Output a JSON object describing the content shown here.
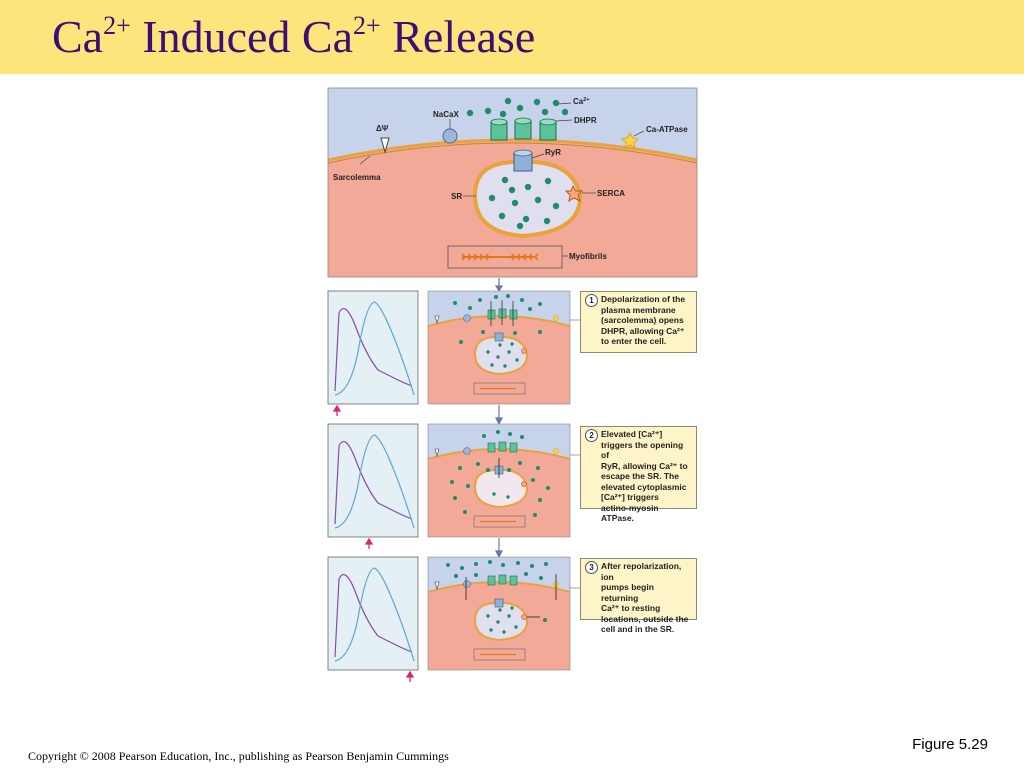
{
  "slide": {
    "title_parts": [
      "Ca",
      "2+",
      " Induced Ca",
      "2+",
      " Release"
    ],
    "figure_label": "Figure 5.29",
    "copyright": "Copyright © 2008 Pearson Education, Inc., publishing as Pearson Benjamin Cummings"
  },
  "diagram": {
    "labels": {
      "ca": "Ca",
      "ca_sup": "2+",
      "nacax": "NaCaX",
      "dhpr": "DHPR",
      "ca_atpase": "Ca-ATPase",
      "delta_psi": "ΔΨ",
      "ryr": "RyR",
      "sarcolemma": "Sarcolemma",
      "sr": "SR",
      "serca": "SERCA",
      "myofibrils": "Myofibrils"
    },
    "steps": [
      {
        "number": "1",
        "text": "Depolarization of the\nplasma membrane\n(sarcolemma) opens\nDHPR, allowing Ca²⁺\nto enter the cell."
      },
      {
        "number": "2",
        "text": "Elevated [Ca²⁺]\ntriggers the opening of\nRyR, allowing Ca²⁺ to\nescape the SR. The\nelevated cytoplasmic\n[Ca²⁺] triggers\nactino-myosin ATPase."
      },
      {
        "number": "3",
        "text": "After repolarization, ion\npumps begin returning\nCa²⁺ to resting\nlocations, outside the\ncell and in the SR."
      }
    ],
    "colors": {
      "title_bar": "#fde57c",
      "title_text": "#3b0f74",
      "cytoplasm": "#f2a998",
      "extracellular": "#c7d3ea",
      "ca_ion": "#1f8d6a",
      "membrane": "#e8a33c",
      "action_potential": "#8a4aa6",
      "calcium_transient": "#5ba6d6",
      "marker_arrow": "#d6277a"
    }
  }
}
